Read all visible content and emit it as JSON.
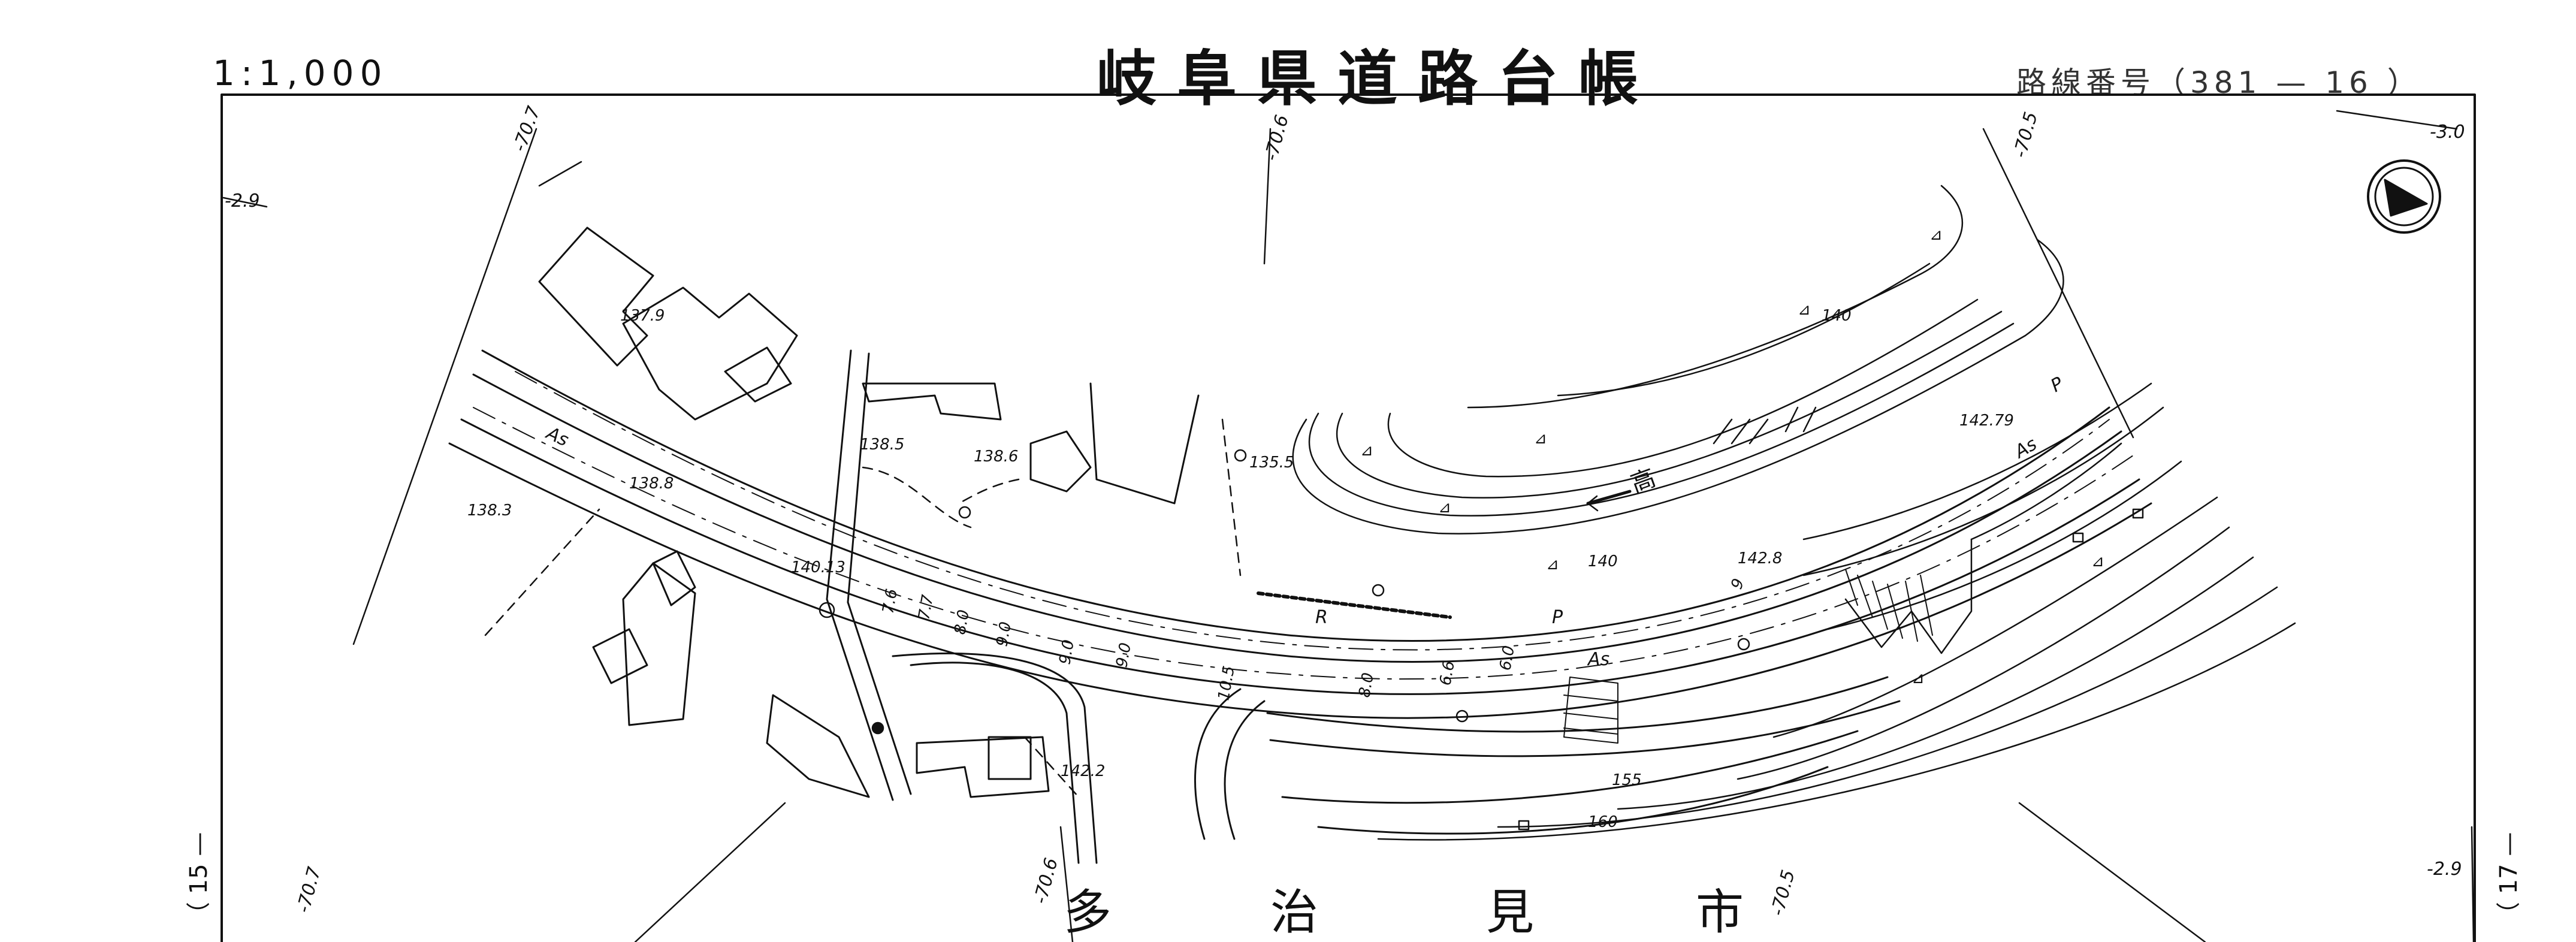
{
  "header": {
    "scale": "1:1,000",
    "title": "岐阜県道路台帳",
    "route_number": "路線番号（381 — 16 ）"
  },
  "map": {
    "city_chars": [
      "多",
      "治",
      "見",
      "市"
    ],
    "adjacent_sheets": {
      "left": "（ 15 —",
      "right": "（ 17 —"
    },
    "grid_labels": [
      "-70.7",
      "-70.6",
      "-70.5",
      "-70.7",
      "-70.6",
      "-70.5",
      "-2.9",
      "-3.0",
      "-2.9"
    ],
    "elevations": [
      "137.9",
      "138.5",
      "138.6",
      "135.5",
      "138.8",
      "138.3",
      "140.13",
      "142.2",
      "142.79",
      "142.8",
      "140",
      "140",
      "155",
      "160"
    ],
    "road_widths": [
      "7.6",
      "7.7",
      "8.0",
      "9.0",
      "9.0",
      "9.0",
      "10.5",
      "8.0",
      "6.6",
      "6.0",
      "9"
    ],
    "surface_labels": [
      "As",
      "As",
      "As",
      "P",
      "P",
      "R"
    ],
    "river_label": "高",
    "slope_marks": [
      "⊿",
      "⊿",
      "⊿",
      "⊿",
      "⊿",
      "⊿",
      "⊿",
      "⊿"
    ],
    "north_arrow_icon": "compass-arrow-icon"
  },
  "colors": {
    "ink": "#111111",
    "paper": "#ffffff"
  }
}
